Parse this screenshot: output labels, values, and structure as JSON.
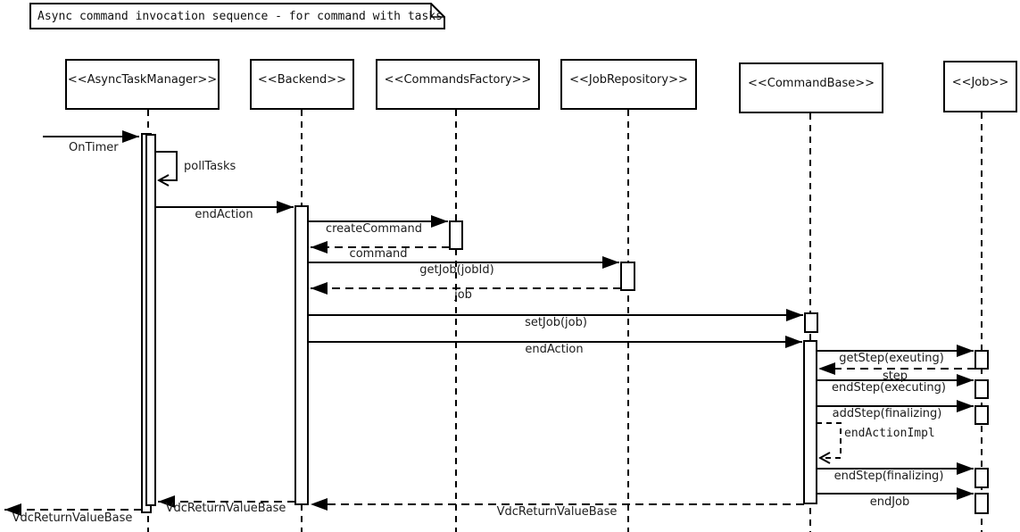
{
  "title": {
    "text": "Async command invocation sequence - for command with tasks"
  },
  "colors": {
    "line": "#000000",
    "background": "#ffffff",
    "text": "#1c1c1c"
  },
  "lifelines": [
    {
      "id": "async-task-manager",
      "label": "<<AsyncTaskManager>>"
    },
    {
      "id": "backend",
      "label": "<<Backend>>"
    },
    {
      "id": "commands-factory",
      "label": "<<CommandsFactory>>"
    },
    {
      "id": "job-repository",
      "label": "<<JobRepository>>"
    },
    {
      "id": "command-base",
      "label": "<<CommandBase>>"
    },
    {
      "id": "job",
      "label": "<<Job>>"
    }
  ],
  "messages": [
    {
      "label": "OnTimer",
      "type": "call",
      "from": "caller",
      "to": "async-task-manager"
    },
    {
      "label": "pollTasks",
      "type": "self-call",
      "from": "async-task-manager",
      "to": "async-task-manager"
    },
    {
      "label": "endAction",
      "type": "call",
      "from": "async-task-manager",
      "to": "backend"
    },
    {
      "label": "createCommand",
      "type": "call",
      "from": "backend",
      "to": "commands-factory"
    },
    {
      "label": "command",
      "type": "return",
      "from": "commands-factory",
      "to": "backend"
    },
    {
      "label": "getJob(jobId)",
      "type": "call",
      "from": "backend",
      "to": "job-repository"
    },
    {
      "label": "job",
      "type": "return",
      "from": "job-repository",
      "to": "backend"
    },
    {
      "label": "setJob(job)",
      "type": "call",
      "from": "backend",
      "to": "command-base"
    },
    {
      "label": "endAction",
      "type": "call",
      "from": "backend",
      "to": "command-base"
    },
    {
      "label": "getStep(exeuting)",
      "type": "call",
      "from": "command-base",
      "to": "job"
    },
    {
      "label": "step",
      "type": "return",
      "from": "job",
      "to": "command-base"
    },
    {
      "label": "endStep(executing)",
      "type": "call",
      "from": "command-base",
      "to": "job"
    },
    {
      "label": "addStep(finalizing)",
      "type": "call",
      "from": "command-base",
      "to": "job"
    },
    {
      "label": "endActionImpl",
      "type": "self-call",
      "from": "command-base",
      "to": "command-base"
    },
    {
      "label": "endStep(finalizing)",
      "type": "call",
      "from": "command-base",
      "to": "job"
    },
    {
      "label": "endJob",
      "type": "call",
      "from": "command-base",
      "to": "job"
    },
    {
      "label": "VdcReturnValueBase",
      "type": "return",
      "from": "command-base",
      "to": "backend"
    },
    {
      "label": "VdcReturnValueBase",
      "type": "return",
      "from": "backend",
      "to": "async-task-manager"
    },
    {
      "label": "VdcReturnValueBase",
      "type": "return",
      "from": "async-task-manager",
      "to": "caller"
    }
  ]
}
